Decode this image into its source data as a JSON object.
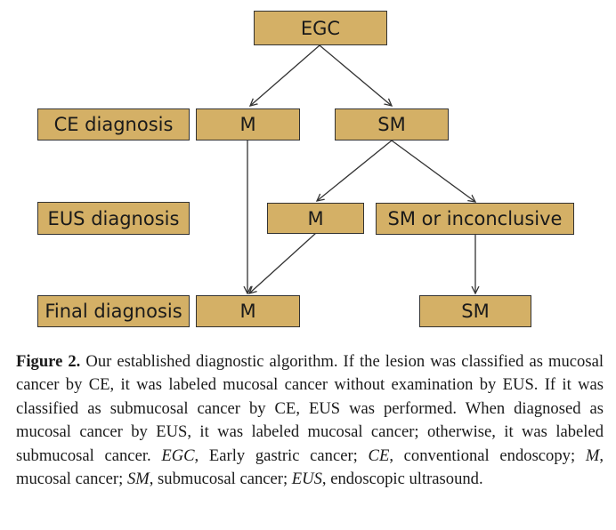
{
  "diagram": {
    "nodes": {
      "egc": "EGC",
      "ce_m": "M",
      "ce_sm": "SM",
      "eus_m": "M",
      "eus_sm": "SM or inconclusive",
      "final_m": "M",
      "final_sm": "SM"
    },
    "row_labels": {
      "ce": "CE diagnosis",
      "eus": "EUS diagnosis",
      "final": "Final diagnosis"
    },
    "colors": {
      "box_fill": "#d4b066",
      "box_border": "#333333",
      "arrow": "#333333"
    }
  },
  "caption": {
    "label": "Figure 2.",
    "text_1": " Our established diagnostic algorithm. If the lesion was classified as mucosal cancer by CE, it was labeled mucosal cancer without examination by EUS. If it was classified as submucosal cancer by CE, EUS was performed. When diagnosed as mucosal cancer by EUS, it was labeled mucosal cancer; otherwise, it was labeled submucosal cancer. ",
    "abbr_egc": "EGC",
    "def_egc": ", Early gastric cancer; ",
    "abbr_ce": "CE",
    "def_ce": ", conventional endoscopy; ",
    "abbr_m": "M",
    "def_m": ", mucosal cancer; ",
    "abbr_sm": "SM",
    "def_sm": ", submucosal cancer; ",
    "abbr_eus": "EUS",
    "def_eus": ", endoscopic ultrasound."
  }
}
